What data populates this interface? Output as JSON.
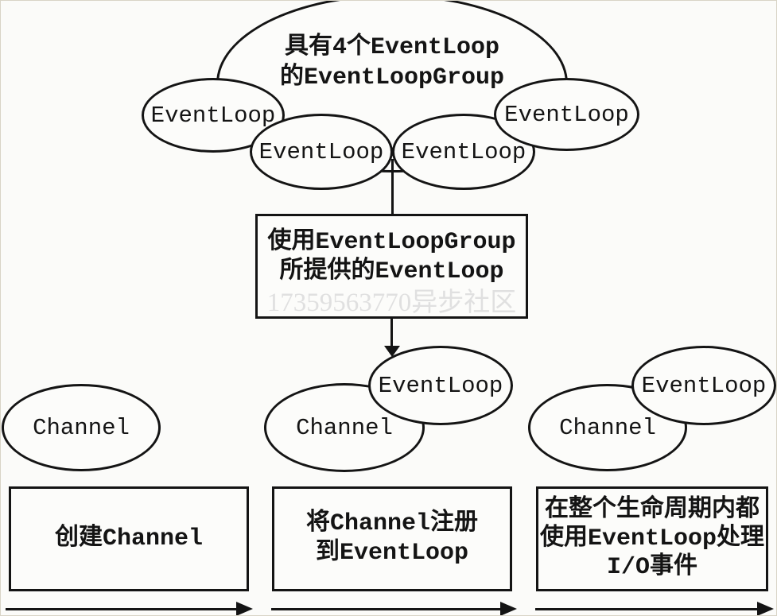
{
  "group": {
    "title_line1": "具有4个EventLoop",
    "title_line2": "的EventLoopGroup",
    "loops": [
      "EventLoop",
      "EventLoop",
      "EventLoop",
      "EventLoop"
    ]
  },
  "provider_box": {
    "line1": "使用EventLoopGroup",
    "line2": "所提供的EventLoop"
  },
  "watermark": "17359563770异步社区",
  "stages": [
    {
      "channel": "Channel",
      "caption": [
        "创建Channel"
      ]
    },
    {
      "channel": "Channel",
      "event_loop": "EventLoop",
      "caption": [
        "将Channel注册",
        "到EventLoop"
      ]
    },
    {
      "channel": "Channel",
      "event_loop": "EventLoop",
      "caption": [
        "在整个生命周期内都",
        "使用EventLoop处理",
        "I/O事件"
      ]
    }
  ],
  "colors": {
    "stroke": "#141414",
    "shape_fill": "#fcfcfa",
    "background": "#fbfbf9",
    "watermark_gray": "#e0e0e0"
  }
}
